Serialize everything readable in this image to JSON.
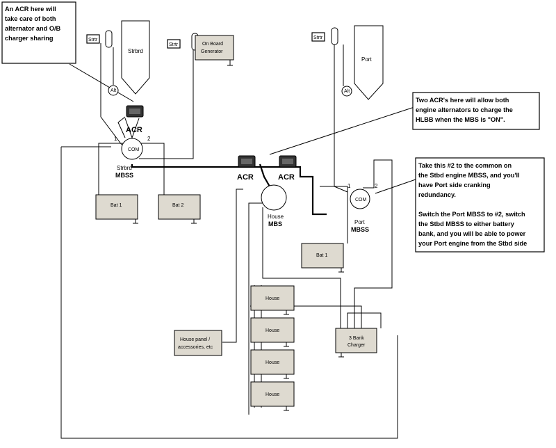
{
  "notes": {
    "note1": [
      "An ACR here will",
      "take care of both",
      "alternator and O/B",
      "charger sharing"
    ],
    "note2": [
      "Two ACR's here will allow both",
      "engine alternators to charge the",
      "HLBB  when the MBS is \"ON\"."
    ],
    "note3": [
      "Take this #2 to the common on",
      "the Stbd engine MBSS, and you'll",
      "have Port side cranking",
      "redundancy.",
      "",
      "Switch the Port MBSS to #2, switch",
      "the Stbd MBSS to either battery",
      "bank, and you will be able to power",
      "your Port engine from the Stbd side"
    ]
  },
  "labels": {
    "strtr": "Strtr",
    "alt": "Alt",
    "strbrd": "Strbrd",
    "port": "Port",
    "generator": [
      "On Board",
      "Generator"
    ],
    "acr": "ACR",
    "com": "COM",
    "pos1": "1",
    "pos2": "2",
    "strbrd_switch": [
      "Strbrd",
      "MBSS"
    ],
    "port_switch": [
      "Port",
      "MBSS"
    ],
    "house_switch": [
      "House",
      "MBS"
    ],
    "bat1": "Bat 1",
    "bat2": "Bat 2",
    "house": "House",
    "panel": [
      "House panel /",
      "accessories, etc"
    ],
    "charger": [
      "3 Bank",
      "Charger"
    ]
  }
}
